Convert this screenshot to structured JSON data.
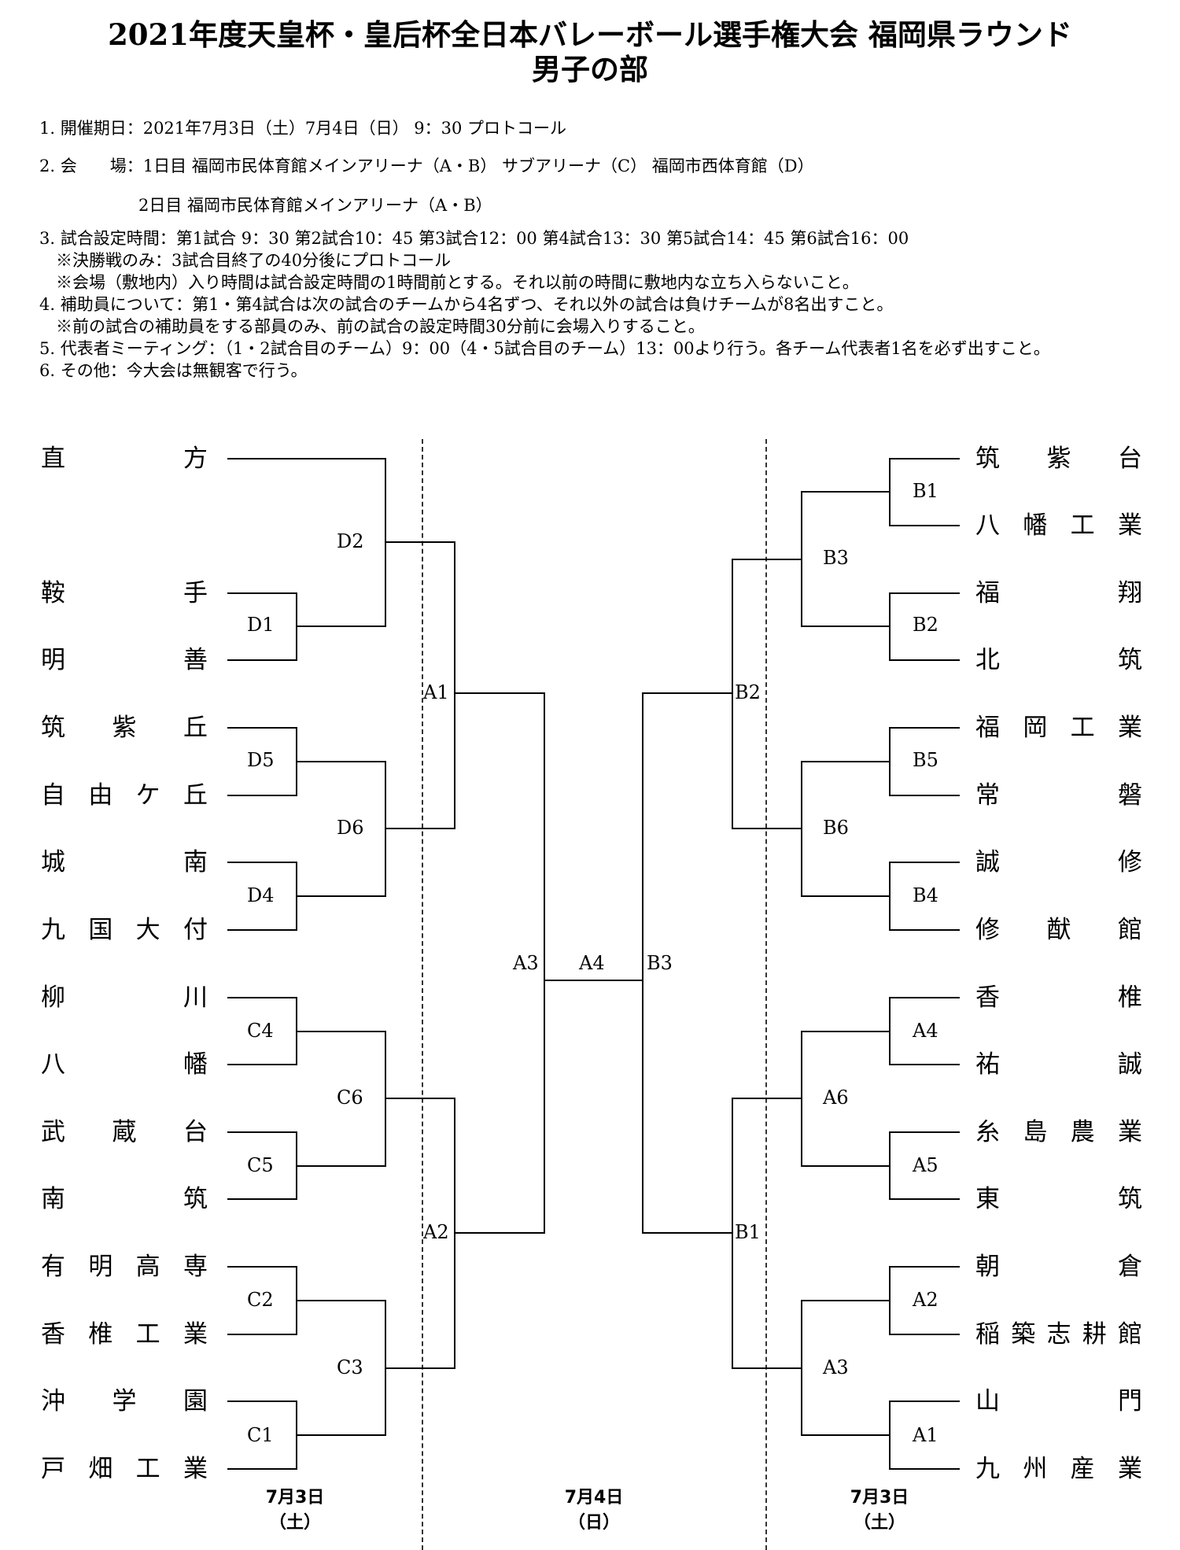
{
  "title": {
    "line1": "2021年度天皇杯・皇后杯全日本バレーボール選手権大会 福岡県ラウンド",
    "line2": "男子の部"
  },
  "info": [
    "1. 開催期日：2021年7月3日（土）7月4日（日） 9：30 プロトコール",
    "2. 会　　場：1日目 福岡市民体育館メインアリーナ（A・B） サブアリーナ（C） 福岡市西体育館（D）",
    "　　　　　　2日目 福岡市民体育館メインアリーナ（A・B）",
    "3. 試合設定時間：第1試合 9：30 第2試合10：45 第3試合12：00 第4試合13：30 第5試合14：45 第6試合16：00",
    "　※決勝戦のみ：3試合目終了の40分後にプロトコール",
    "　※会場（敷地内）入り時間は試合設定時間の1時間前とする。それ以前の時間に敷地内な立ち入らないこと。",
    "4. 補助員について：第1・第4試合は次の試合のチームから4名ずつ、それ以外の試合は負けチームが8名出すこと。",
    "　※前の試合の補助員をする部員のみ、前の試合の設定時間30分前に会場入りすること。",
    "5. 代表者ミーティング：（1・2試合目のチーム）9：00（4・5試合目のチーム）13：00より行う。各チーム代表者1名を必ず出すこと。",
    "6. その他：今大会は無観客で行う。"
  ],
  "left_teams": [
    "直方",
    "鞍手",
    "明善",
    "筑紫丘",
    "自由ケ丘",
    "城南",
    "九国大付",
    "柳川",
    "八幡",
    "武蔵台",
    "南筑",
    "有明高専",
    "香椎工業",
    "沖学園",
    "戸畑工業"
  ],
  "right_teams": [
    "筑紫台",
    "八幡工業",
    "福翔",
    "北筑",
    "福岡工業",
    "常磐",
    "誠修",
    "修猷館",
    "香椎",
    "祐誠",
    "糸島農業",
    "東筑",
    "朝倉",
    "稲築志耕館",
    "山門",
    "九州産業"
  ],
  "labels": {
    "D2": "D2",
    "D1": "D1",
    "D5": "D5",
    "D6": "D6",
    "D4": "D4",
    "C4": "C4",
    "C6": "C6",
    "C5": "C5",
    "C2": "C2",
    "C3": "C3",
    "C1": "C1",
    "LA1": "A1",
    "LA2": "A2",
    "LA3": "A3",
    "CA4": "A4",
    "CB3": "B3",
    "RB2": "B2",
    "RB1": "B1",
    "B1": "B1",
    "B3": "B3",
    "B2": "B2",
    "B5": "B5",
    "B6": "B6",
    "B4": "B4",
    "A4": "A4",
    "A6": "A6",
    "A5": "A5",
    "A2": "A2",
    "A3": "A3",
    "A1": "A1"
  },
  "dates": {
    "left": {
      "day": "7月3日",
      "weekday": "（土）"
    },
    "center": {
      "day": "7月4日",
      "weekday": "（日）"
    },
    "right": {
      "day": "7月3日",
      "weekday": "（土）"
    }
  }
}
